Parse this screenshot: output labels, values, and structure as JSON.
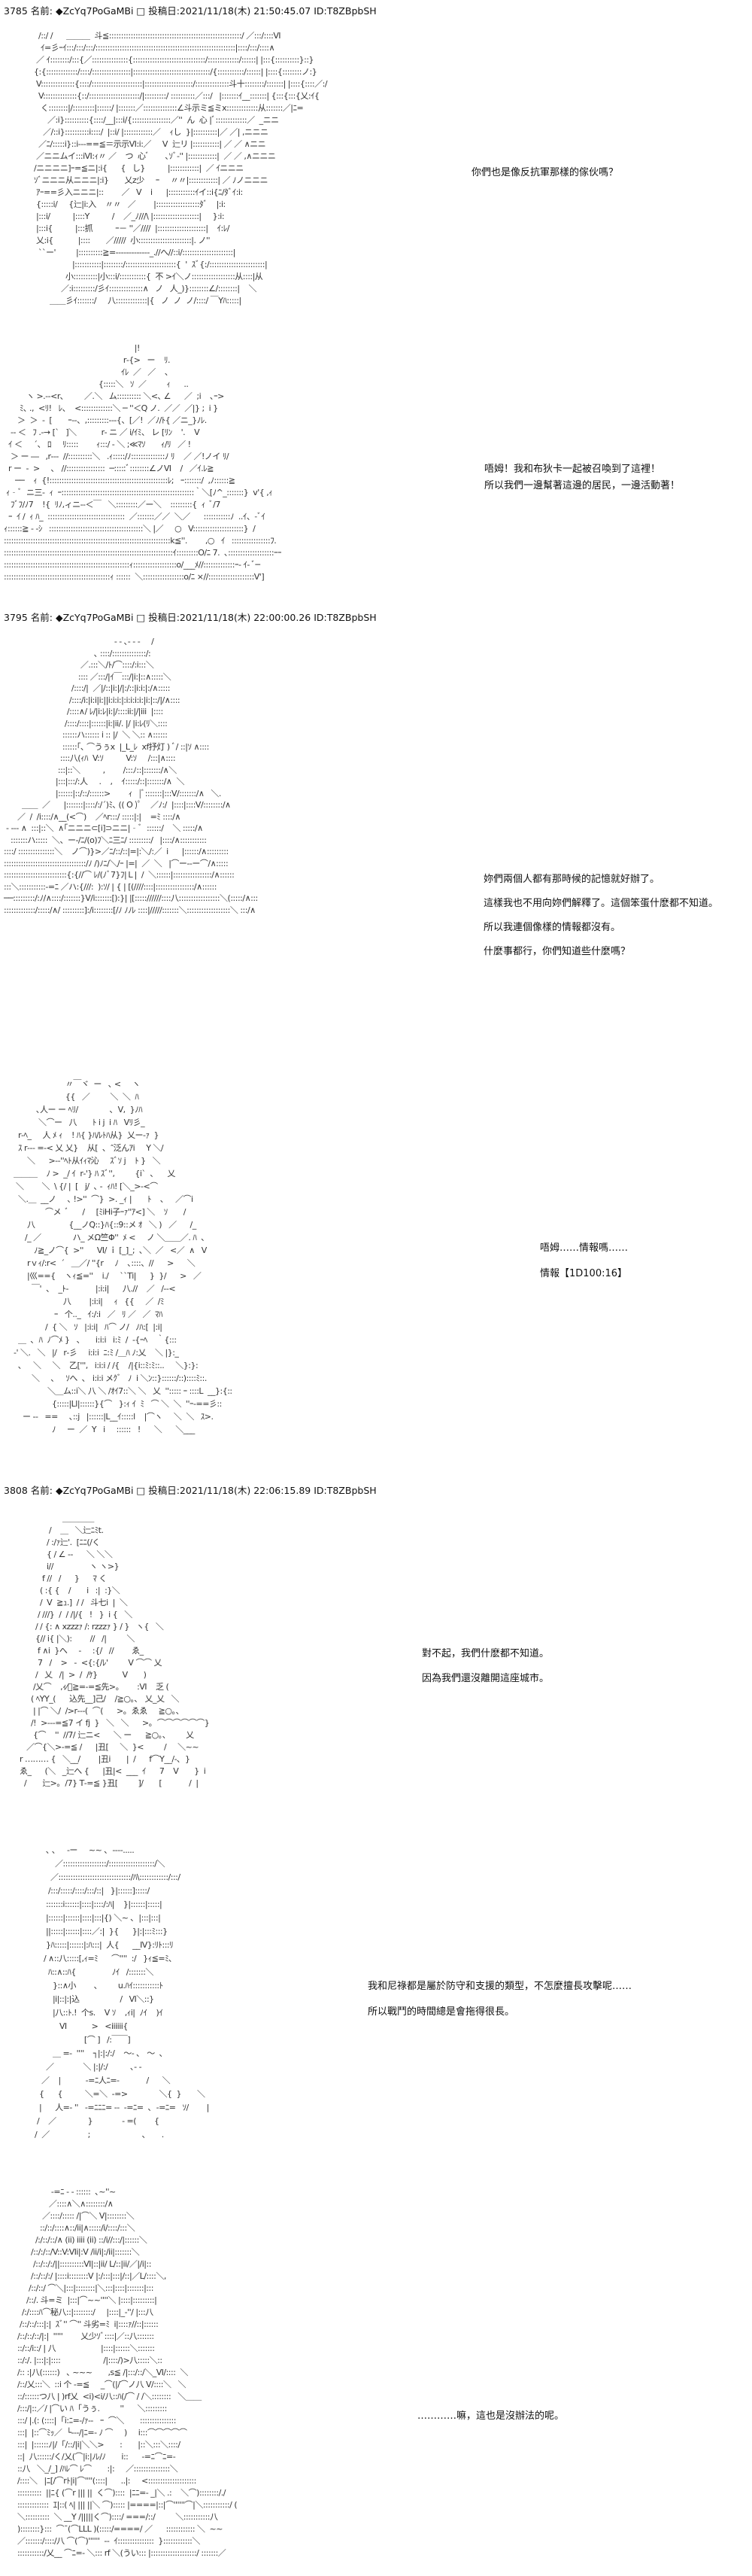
{
  "posts": [
    {
      "header": "3785 名前: ◆ZcYq7PoGaMBi □ 投稿日:2021/11/18(木) 21:50:45.07 ID:T8ZBpbSH",
      "dialogues": [
        [
          "你們也是像反抗軍那樣的傢伙嗎？"
        ],
        [
          "唔姆！我和布狄卡一起被召喚到了這裡！",
          "所以我們一邊幫著這邊的居民，一邊活動著！"
        ]
      ]
    },
    {
      "header": "3795 名前: ◆ZcYq7PoGaMBi □ 投稿日:2021/11/18(木) 22:00:00.26 ID:T8ZBpbSH",
      "dialogues": [
        [
          "妳們兩個人都有那時候的記憶就好辦了。",
          "這樣我也不用向妳們解釋了。這個笨蛋什麽都不知道。",
          "所以我連個像樣的情報都沒有。",
          "什麼事都行，你們知道些什麼嗎？"
        ],
        [
          "唔姆……情報嗎……",
          "情報【1D100:16】"
        ]
      ]
    },
    {
      "header": "3808 名前: ◆ZcYq7PoGaMBi □ 投稿日:2021/11/18(木) 22:06:15.89 ID:T8ZBpbSH",
      "dialogues": [
        [
          "對不起，我們什麽都不知道。",
          "因為我們還沒離開這座城市。"
        ],
        [
          "我和尼祿都是屬於防守和支援的類型，不怎麼擅長攻擊呢……",
          "所以戰鬥的時間總是會拖得很長。"
        ],
        [
          "…………嘛，這也是沒辦法的呢。"
        ]
      ]
    }
  ],
  "ascii_art": [
    [
      "  /::/ /      ＿＿＿  斗≦:::::::::::::::::::::::::::::::::::::::::::::::::::::::/ ／:::/::::Ⅵ",
      "   ｲ=彡ｰｲ:::/:::/:::/::::::::::::::::::::::::::::::::::::::::::::::::::::::::::|::::/:::/::::∧",
      " ／ ｲ::::::::/:::{／:::::::::::::::{::::::::::::::::::::::::::::::/:::::::::::::/::::::| |:::{::::::::::}::}",
      "{:{:::::::::::::/::::/::::::::::::::::|::::::::::::::::::::::::::::::::/{:::::::::::/::::::| |::::{::::::::ノ:}",
      " V::::::::::::::{::::/:::::::::::::::::::::|::::::::::::::::::::/::::::::::::::斗十::::::::/:::::::| |::::{::::／:/",
      "  V::::::::::::::{::/:::::::::::::::::::::/|:::::::::/ ::::::::::／:::/   |:::::::ｲ__:::::::| {:::{:::{乂:ｲ{",
      "   く::::::::|/:::::::::|::::::/ |:::::::／::::::::::::::∠斗示ミ≦ミx:::::::::::::从:::::::／|ﾆ=",
      "      ／:i}::::::::::{::::/__|:::i/{::::::::::::::::／''  ん  心 |ﾞ:::::::::::::／  _ニニ",
      "    ／/::i}::::::::::i::::/  |::i/ |::::::::::::／    ｨし  }|::::::::::|／ ／| ,ニニニ",
      "  ／ﾆ/:::::i}::i---==≦＝示示Ⅵ:i:／     V  辷リ |:::::::::::| ／ ／ ∧ニニ",
      " ／ニニムイ:::iⅥ:ｨ〃 ／    つ  心ﾞ       ､ｿﾞ‐'' |::::::::::::|  ／ ／ ,∧ニニニ",
      "/ニニニニ]ｰ=≦ニ|:i{      {   し}          |::::::::::::|  ／ ｲニニニ",
      "ｿﾞニニニ从ニニニ|:i}       乂z少     ｰ     〃〃|::::::::::::| ／ ﾉノニニニ",
      " ｱｰ==彡入ニニニ|::        ／   V    i      |:::::::::::ｲイ::i{ﾆ/ﾀﾞｲ:i:",
      " {:::::i/     {辷|i:入    〃〃   ／        |::::::::::::::::::ﾀﾞ    |:i:",
      " |:::i/          |::::Y          /    ／_ﾉ///\\ |:::::::::::::::::::|     }:i:",
      " |:::i{          |:::抓          ｰ－ ''／////  |::::::::::::::::::::|    ｲ:ﾚ/",
      " 乂:i{           |::::       ／/////  小::::::::::::::::::::::|. ノ''",
      "  ``ー'         |::::::::::≧=‐‐‐‐‐‐‐‐‐‐‐‐‐_.//へ//::i/:::::::::::::::::::::|",
      "                 |:::::::::::|::::::::/:::::::::::::::::::::{  '  ｽﾞ{:/:::::::::::::::::::::::|",
      "              小::::::::::|小:::i/:::::::::::{  不 >ｲ＼ノ::::::::::::::::::从::::|从",
      "            ／:i:::::::::/彡ｲ::::::::::::::∧   ノ   人_)}::::::::∠/::::::::|    ＼",
      "       ＿＿彡ｲ:::::::/     八:::::::::::::|{   ノ  ノ  ノ/::::/ ￣Yﾊ:::::|"
    ],
    [
      "                                                          |!",
      "                                                     r‐{>   ー    ﾘ.",
      "                                                    ｲﾚ  ／   ／    、",
      "                                          {:::::＼   ｿ  ／         ｨ      ..",
      "          ヽ >.‐‐<r､         ／.＼   ム:::::::::: ＼<､ ∠      ／  ;i    ､ｰ>",
      "       ﾐ､ .,  <ﾘ!   ﾚ、  <:::::::::::::＼ ─ ''＜Q ノ.  ／／  ／|} ;  i }",
      "      ＞  ＞  ‐  [       ｰ‐‐、,:::::::::‐‐‐{、[／!  ／ﾉ/ﾄ{ ／ニ_}ﾉﾚ.",
      "   ‐‐ ＜   ﾌ .‐→ [`   ]＼           r‐ ニ ／ i/ｲﾐ、 レ [ﾘﾝ    '.    V",
      "  ｲ ＜     ´、 ﾛ     ﾘ:::::        ｨ:::/ ‐ ＼ ;≪ﾏｿ       ｨ/ﾘ   ／ !",
      "   ＞ ー ―   ,r‐‐‐  //::::::::::＼   .ｨ:::::/ﾉ::::::::::::::ﾉ ﾘ    ／ ／!ノイ ﾘ/",
      "  r ー  ‐  >     ､   //::::::::::::::::  ─:::::ﾞ::::::::∠ノⅥ    /   ／ｲ.ﾚ≧",
      "     ──    ｨ  {!:::::::::::::::::::::::::::::::::::::::::::::::::ﾚ;   ｰ:::::::/  ,ﾉ::::::≧",
      " ｨ‐ﾞ  ニ三-  ｨ  ｰ:::::::::::::::::::::::::::::::::::::::::::::::::::::::｀＼[ﾉ^_:::::::}  v'{ ,ｨ",
      "   ﾌﾞﾌ/ﾉ7    !{  ﾘﾉ,ィニ‐‐＜￣   ＼:::::::::／ー＼    :::::::::{  ｨ  ﾞ/7",
      "  ｰ  ｲ /  ｨ ﾊ_  ::::::::::::::::::::::::::::::::  ／:::::::／／  ＼／      :::::::::::ﾉ  ..ｲ、-ﾞｲ",
      "ｨ::::::≧ ‐ ‐ｼ   :::::::::::::::::::::::::::::::::::::::＼ |／     ○   V:::::::::::::::::::::}  /",
      ":::::::::::::::::::::::::::::::::::::::::::::::::::::::::::::::::::::k≦''.        ,○   ｲ   ::::::::::::::::ﾌ.",
      "::::::::::::::::::::::::::::::::::::::::::::::::::::::::::::::::::::::ｲ:::::::::O/ﾆ 7.  ､:::::::::::::::::::ｰｰ",
      "::::::::::::::::::::::::::::::::::::::::::::::::::::ｨ::::::::::::::::::o/___ﾒ//:::::::::::::ｰ‐ ｲ‐ ﾞ─",
      "::::::::::::::::::::::::::::::::::::::::::::ｨ ::::::  ＼:::::::::::::::::o/ﾆ ×//:::::::::::::::::::V']"
    ],
    [
      "                                                 ‐ ‐ ､‐ ‐ ‐     /",
      "                                        ､ ::::/::::::::::::::/:",
      "                                  ／.:::＼/ﾄ/⌒::::/:i:::＼",
      "                                 :::: ／:::/|ｲ￣:::/|i:|::∧:::::＼",
      "                              /::::/|  ／|/::|i:|/|:/::|i:i:|:/∧:::::",
      "                             /::::/i:|i:i|i:||i:i:i:|:i:i:i:i:|i:|::/|/∧::::",
      "                            /::::∧/ ﾚ/|i:ﾚ|i:|/::::ii:|/|iii  |::::",
      "                           /::::/::::|::::::|i:|ii/. |/ |i:ﾚ(ﾘ＼::::",
      "                          ::::::ハ:::::: i :: |/  ＼ ＼:: ∧::::::",
      "                          ::::::｢､ ⌒うぅx  |_L_ﾚ  xf抒灯 ) ﾞ/ ::|ｿ ∧::::",
      "                         ::::八(ｨﾊ  V:ｿ          V:ｿ     /:::|∧::::",
      "                        :::|::＼          ,        /:::ﾉ::|:::::::/∧＼",
      "                       |:::|:::/:人     .    ,    ｲ:::::/::|:::::::/∧  ＼",
      "                       |::::::|::/::/::::::>        ｨ   |ﾞ:::::::|:::V/:::::::/∧   ＼.",
      "        ＿＿  ／      |:::::::|::::/:/´)ﾐ､ (( O )ﾟ    ／ﾉ:/  |::::|::::V/::::::::/∧",
      "      ／  /  /i::::/∧__(<⌒)    ／ﾍr:::/ :::::|:|    =ﾐ ::::/∧",
      " - -‐‐ ∧  :::|::＼  ∧｢ニニニ⊂[i]⊃ニニ|‐ﾞ  ::::::/    ＼ :::::/∧",
      "   :::::::ハ:::::  ＼、ー‐/ﾆ/(o)ﾌ＼ﾆ三ﾆ/ :::::::::/   |::::/∧:::::::::::",
      "::::/ :::::::::::::::＼    ノ⌒)}>／ﾆ/::/::|=|:＼/:／  i      |::::::/∧:::::::::",
      "::::::::::::::::::::::::::::::::::/ﾉ /)ﾉﾆ/＼/ｰ |=|  ／  ＼   |⌒ー‐‐ー⌒/∧:::::",
      "::::::::::::::::::::::::::{:{//⌒ ﾚ/(ﾉﾞ7}ﾌ|Ｌ|  /  ＼::::::|::::::::::::::::/∧::::::",
      ":::＼:::::::::::‐=ﾆ ／ハ:{///:  ):ｿ/ | { | [(////::::|::::::::::::::::/∧::::::",
      "──:::::::::/:ﾉ/∧::::/:::::::}Ⅴ/i:::::::[):}| |[::::://////::::八:::::::::::::::::＼(:::::/∧:::",
      ":::::::::::::/:::::/∧/ :::::::::]:/i::::::::[/ﾉ ﾉﾉﾚ ::::|/////:::::::＼::::::::::::::::::＼ :::/∧"
    ],
    [
      "                        〃￣ヾ  ー   ､ <     ヽ",
      "                        {{   ／         ＼  ＼  ﾊ",
      "           ､人ー ー ﾍﾘ/              ､  V,  }ﾉﾊ",
      "            ＼⌒ー   八       ﾄ i j  i ﾊ   Vﾘ彡_",
      "   r‐ﾍ_     人 ﾒ ｨ    ! ﾊ{ }ﾊ/ﾚﾄﾊ从}  乂ー‐ｧ  }",
      "   ｽ r‐‐‐ =‐< 乂 乂}    从[  ､  ″泛んｱi     Y ＼/",
      "       ＼      >‐‐''ﾍﾄ从ｲｨﾏ沁     ｽﾞｿ j    ﾄ }   ＼",
      " ＿＿＿    ﾉ >  _/ ｲ  r‐'} ﾊ ｽﾞ'',         {i`  ､      乂",
      "  ＼        ＼  \\ {/ |  [   j/  ､ ‐  ｨﾊ! [＼_>‐<⌒",
      "   ＼.＿  __ノ     ､ !>''  ⌒}  >. _ｨ |       ﾄ    ､     ／⌒i",
      "               ⌒メ  ﾞ      /     [ﾐiHi子ｰｧ''ｱ<] ＼    ｿ       /",
      "       八               {__ノQ::}ﾊ{::9::メ ｵ   ＼ )   ／      /_",
      "      /_ ／              ハ_ メΩ竺Φ''  ﾒ <     ノ ＼＿＿／. ﾊ  ､",
      "          ﾉ≧_ノ⌒{  >''      Ⅵ/ ｉ [_]_;  ､＼  ／   <／  ∧   V",
      "       rｖｨ/:r<  ´   ＿／/ ''{r     ﾉ    ､::::、//      >      ＼",
      "       |巛=={    ヽｨ≦=''    i./     ``Ti|      }  }/      >   ／",
      "         ￣'  、  _ﾄ‐            |:i:i|      八.//    ／   /‐‐<",
      "                       八        |:i:i|     ｨ   {{     ／  /ﾐ",
      "                   ｰ   个.._   ｲ:/:i   ／   ﾘ ／   ／  ﾏﾊ",
      "               /  { ＼   ｿ   |:i:i|   ﾊ⌒ ノ/   ﾉﾊ:[  |:i|",
      "   ＿  ､  ﾊ  ﾉ⌒ﾒ }   、     i:i:i   i:ﾐ  /  -{ｰﾍ    ｀{:::",
      " ‐' ＼.   ＼   |/   r‐彡     i:i:i  ﾆ:ﾐ /＿ﾊ ﾉ:乂    ＼ |}:_",
      "   ､     ＼     ＼    乙[''',   i:i:i / /{    /|{i::ﾐ:ﾐ::..     ＼}:}:",
      "         ＼     ､     ｿへ  ､   i:i:i メｸﾞ   ﾉ  i ＼ﾝ::}::::::/::)::::ﾐ::.",
      "                ＼＿ム::i＼ 八 ＼ /ｵｲ7::＼ ＼   乂  ''::::: ｰ ::::L  __}:{::",
      "                  {:::::|Ll|::::::}{⌒   }:ｨ ｲ  ﾐ   ⌒ ＼  ＼  ''ｰ‐==彡::",
      "     ー ‐‐   ==     ､::j   |::::::|L__ｲ:::::l    |⌒ヽ     ＼  ＼   ｽ>.",
      "                  ﾉ     ー  ／  Y   i     ::::::   !      ＼      ＼___"
    ],
    [
      "                     ＿＿＿＿",
      "               /    ＿   ＼辷ﾆﾐt.",
      "              / :/ｧ辷'.  [ﾆﾆ(/く",
      "              { / ∠ ‐‐      ＼ ＼＼",
      "              i//                ヽ ヽ>}",
      "            f //   /      }      ﾏ く",
      "           ( :{ {    /       i   :|  :}＼",
      "           /  V  ≧ｭ.]  / /   斗七i  |  ＼",
      "          / ///}  /  / /|/{   !   }  i {   ＼",
      "         / / {: ∧ xzzzｧ /: rzzzｧ } / }   ヽ{   ＼",
      "         {// i{ |＼):        //   /|         ＼",
      "          f ∧i  }へ     ‐     :{/   //        ゑ_",
      "          7   /    >   ‐  <{:{/ﾚ'         V ⌒⌒ 乂",
      "         /   乂   /|  >  /  /ｹ}           V       )",
      "        /乂⌒    ,ｨ⁄ﾞ≧=‐=≦先>。      :Ⅵ    乏 (",
      "       ( ﾍYY_(      込先__]己/    /≧○｡､   乂_乂   ＼",
      "        | |⌒ ＼/  />r‐‐‐(  ⌒(      >｡  ゑゑ     ≧○｡、",
      "       /!  >‐‐‐=≦7 イ fj  }   ＼   ＼      >｡  ⌒⌒⌒⌒⌒⌒}",
      "        {⌒    ''  //7/ 辷ニ<      ＼ ー      ≧○｡、       乂",
      "     ／⌒{＼>‐=≦ /      |丑[     ＼  }<         /     ＼~~",
      "  r ……… {   ＼__/        |丑i       |  /      f⌒Y__/‐､  }",
      "  ゑ_      (＼   _辷へ {      |丑|<  ___  ｲ      7    V       }  i",
      "    /       辷>｡  /7} T‐=≦ }丑[         ]/       [            /  |"
    ],
    [
      "       ､ ､     ‐ー     ~~ ､  ‐‐‐‐.....",
      "           ／::::::::::::::::::/:::::::::::::::::::/＼",
      "         ／::::::::::::::::::::::::::::::/ﾊ\\::::::::::::/:::/",
      "        /:::/:::::/::::/:::/::|   }|::::::]:::::/",
      "       :::::::i::::::|::::|::::/:ﾊ|    }|::::::|:::::|",
      "       |::::::|::::::|::::|:::|{) ＼~ ､  |:::|:::|",
      "       ||:::::|::::::|::::／:|  }{      }|:|:::ﾐ:::}",
      "       }ﾊ:::::|::::::|:ﾊ:::|  人{      __Ⅳ}:ﾘﾄ:::ﾘ",
      "      / ∧::八:::::[,ｨ=ﾐ      ⌒''''  :/   }ｨ≦=ﾐ､",
      "        ﾊ::∧::ﾊ{                ﾉｲ   /:::::::＼",
      "          }::∧小        ､         u.ﾊｲ:::::::::::ﾄ",
      "          |i|::|:|込                  /   Ⅵ＼::}",
      "          |八::ﾄ.!  个s.    V ｿ    ,ｨi|  ﾉｲ    )ｲ",
      "             Ⅵ           >   <iiiiii{",
      "                        [⌒ ]   /:￣￣]",
      "          ＿ =-  ''''    ┐|:|:/:/    ～‐ ､   ～  ､",
      "       ／             ＼ |:|/:/          ､‐ ‐",
      "     ／    |           ‐=ﾆ人ﾆ=‐            /      ＼",
      "    {      {          ＼=＼  -=>              ＼{  }       ＼",
      "    |      人=‐ ''   -=ﾆﾆﾆ= ‐‐  -=ﾆ=  ､  ‐=ﾆ=   ｿ/        |",
      "   /    ／              }             ‐ =(        {",
      "  /  ／                 ;                       ､       ."
    ],
    [
      "                     -=ﾆ ‐ ‐ ::::::  ､~''~",
      "                    ／::::∧＼∧::::::::/∧",
      "                 ／::::/::::: /|⌒＼ V|::::::::＼",
      "                ::/::/::::∧::/ii|∧:::::/i/::::/:::＼",
      "              /:/::/::/∧ (ii) iiii (ii) ::/i//:::/|::::::＼",
      "            /::/:/::/V::V:Ⅵi|:V /ii/i|:/ii|:::::::＼",
      "             /::/::/:/||::::::::::Ⅵ|::|ii/ L/::|ii/／|/i|::",
      "            /::/::/:/ |::::i::::::::V |:/:::|:::|/::|／L/::::＼,",
      "           /::/::/ ⌒＼|:::|::::::::|＼:::|::::|:::::::|:::",
      "          /::/. 斗=ミ  |:::|⌒~~''''＼ |::::|:::::::::|",
      "        /:/::::ﾊ⌒秘八::|::::::::/     |::::|_‐''/ |:::八",
      "       /::/::/:::|:|  ｽﾞ'' ⌒'' 斗劣=ﾐ  i|::::ｧ//::|::::::",
      "      /::/::/::/|:|  '''''        乂少ｿﾞ::::|／::八:::::::",
      "      ::/::/i::/ | 八                    |::::|::::::＼:::::::",
      "      ::/:/. |:::|:|::::                   /|::::/)>八:::::＼::",
      "      /:: :|八(::::::)   ､ ~~~       ,s≦ /|:::/::/＼_Ⅵ/::::  ＼",
      "      /::/乂:::＼  ::i 个 -=≦     _⌒(|/⌒ノ八 V/::::＼   ＼",
      "      ::/::::::つ八 | )rf乂  <i)<i/八::ﾊ(/⌒ / /＼::::::::   ＼＿＿",
      "      /:::/|::／/ |⌒い ﾊ  ｢うぅ.         ''      ＼:::::::::",
      "      :::/ |.(: (::::|  ｢i:ﾆ=‐/ｧ‐‐   ｰ  ⌒＼       :::::::::::::::",
      "      :::|  |::⌒ﾐｯ／  └‐‐‐/|ﾆ=‐ ﾉ ⌒     )     i:::⌒⌒⌒⌒⌒",
      "      :::|  |::::::ﾉ|/  ｢/::/|i|＼＼>       :       |::＼:::＼::::/",
      "      ::|  八::::::/く/乂(⌒|i:|ﾉﾚ/ﾉ       i::      ‐=ﾆ⌒ﾆ=‐",
      "      ::八   ＼_/_] /ﾊﾚ⌒ ﾚ⌒       :|:     ／:::::::::::::::＼",
      "      /::::＼   |ﾆ[/⌒rﾄ|i|⌒''''(::::|      ..|:     <::::::::::::::::::::",
      "      ::::::::::  ||ﾆ{ (⌒r ||| ||  く⌒)::::  |ﾆﾆ=‐ _|＼ .:    ＼⌒)::::::::/./",
      "      :::::::::::::  ｴ|::( ﾍ| ||| ||＼ ⌒)::::: |====|::|⌒''''''⌒|＼:::::::::::/ (",
      "      ＼::::::::::  ＼ __Y /|||||く⌒)::::/ ===/::/         ＼:::::::::::八",
      "      )::::::::}:::  ⌒¯(⌒LLL )(:::::/====/ ／      :::::::::::: ＼  ~~",
      "      ／:::::::/::::/八 ⌒(⌒)''''''  ‐‐  ｲ:::::::::::::::  }::::::::::::＼",
      "      :::::::::::/乂__ ⌒ﾆ=‐ ＼::: rf ＼(うい::: |:::::::::::::::::::/ :::::::／"
    ]
  ]
}
